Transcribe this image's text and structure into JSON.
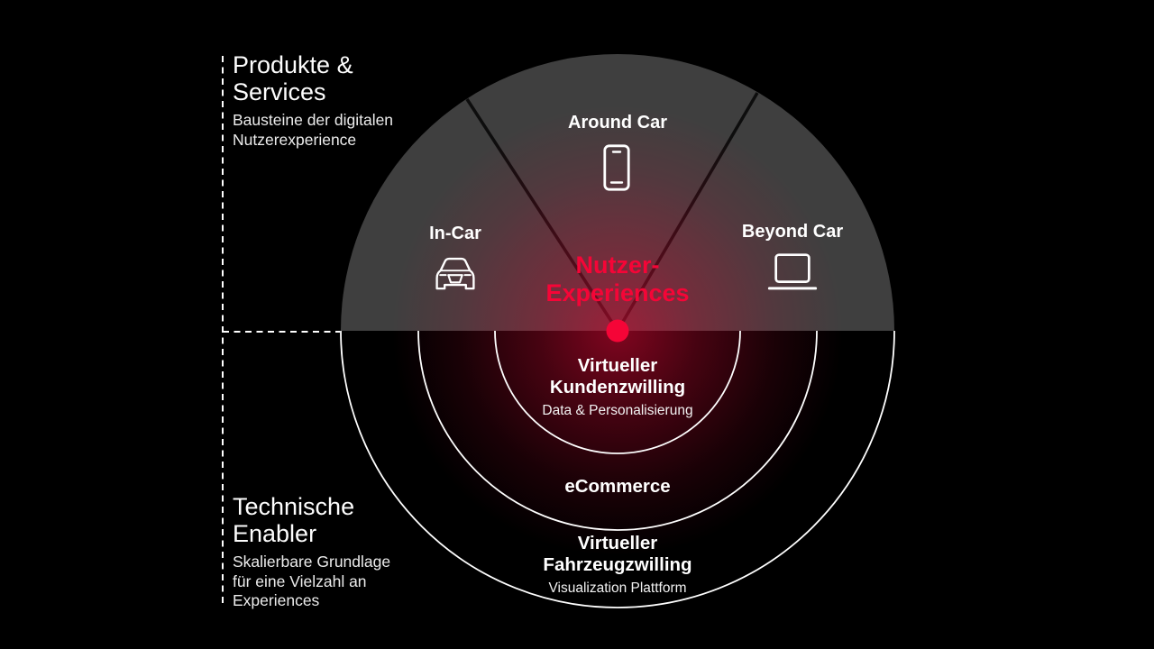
{
  "colors": {
    "background": "#000000",
    "accent_red": "#f50537",
    "glow_red": "#dd0a36",
    "segment_gray": "#3f3f3f",
    "divider_black": "#0d0d0d",
    "arc_white": "#ffffff"
  },
  "left_panel": {
    "top": {
      "title_lines": [
        "Produkte &",
        "Services"
      ],
      "subtitle_lines": [
        "Bausteine der digitalen",
        "Nutzerexperience"
      ]
    },
    "bottom": {
      "title_lines": [
        "Technische",
        "Enabler"
      ],
      "subtitle_lines": [
        "Skalierbare Grundlage",
        "für eine Vielzahl an",
        "Experiences"
      ]
    }
  },
  "diagram": {
    "center_label_lines": [
      "Nutzer-",
      "Experiences"
    ],
    "segments": {
      "in_car": {
        "label": "In-Car",
        "icon": "car-icon"
      },
      "around_car": {
        "label": "Around Car",
        "icon": "smartphone-icon"
      },
      "beyond_car": {
        "label": "Beyond Car",
        "icon": "laptop-icon"
      }
    },
    "rings": {
      "customer_twin": {
        "title_lines": [
          "Virtueller",
          "Kundenzwilling"
        ],
        "subtitle": "Data & Personalisierung"
      },
      "ecommerce": {
        "title": "eCommerce"
      },
      "vehicle_twin": {
        "title_lines": [
          "Virtueller",
          "Fahrzeugzwilling"
        ],
        "subtitle": "Visualization Plattform"
      }
    }
  }
}
